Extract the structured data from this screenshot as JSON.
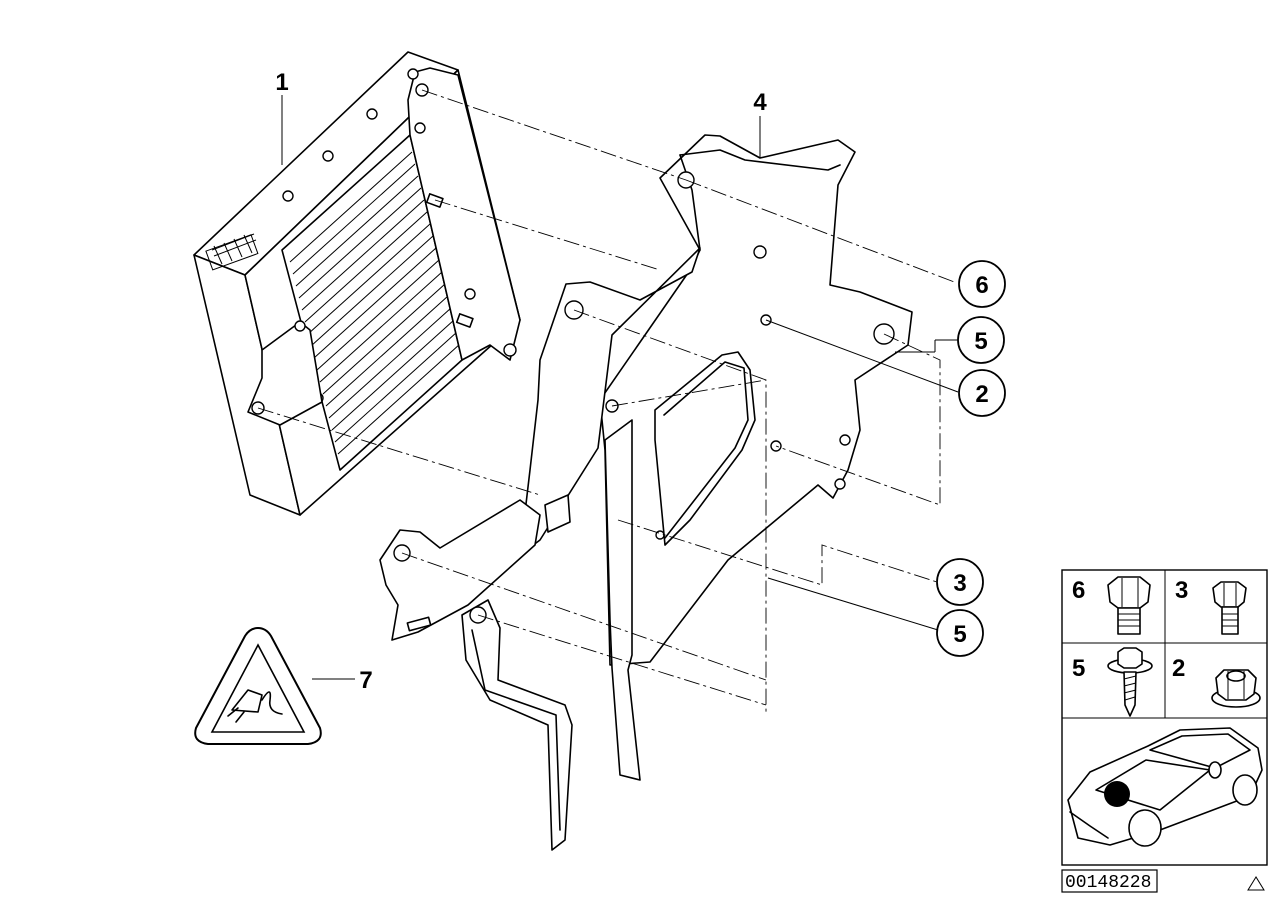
{
  "parts": [
    {
      "num": "1"
    },
    {
      "num": "4"
    },
    {
      "num": "6"
    },
    {
      "num": "5"
    },
    {
      "num": "2"
    },
    {
      "num": "3"
    },
    {
      "num": "5"
    },
    {
      "num": "7"
    }
  ],
  "legend": [
    {
      "num": "6",
      "icon": "hex-bolt-icon"
    },
    {
      "num": "3",
      "icon": "hex-bolt-small-icon"
    },
    {
      "num": "5",
      "icon": "self-tapping-screw-icon"
    },
    {
      "num": "2",
      "icon": "flange-nut-icon"
    }
  ],
  "legend_car": {
    "icon": "car-location-icon"
  },
  "warning_symbol": {
    "icon": "electric-plug-warning-icon"
  },
  "diagram_code": "00148228",
  "corner_icon": "triangle-icon"
}
